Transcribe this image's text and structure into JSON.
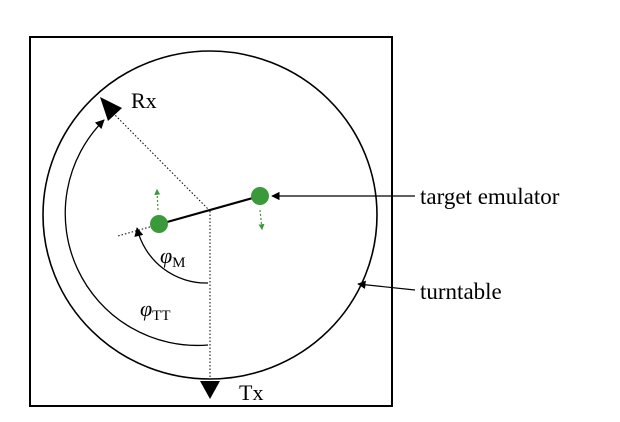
{
  "diagram": {
    "labels": {
      "rx": "Rx",
      "tx": "Tx",
      "target_emulator": "target emulator",
      "turntable": "turntable",
      "phi_m_symbol": "φ",
      "phi_m_sub": "M",
      "phi_tt_symbol": "φ",
      "phi_tt_sub": "TT"
    },
    "colors": {
      "line": "#000000",
      "target_dot": "#3a9a3a",
      "motion_arrow": "#3a9a3a",
      "background": "#ffffff"
    },
    "icons": {
      "target": "filled-circle",
      "motion": "dashed-arrow"
    }
  }
}
